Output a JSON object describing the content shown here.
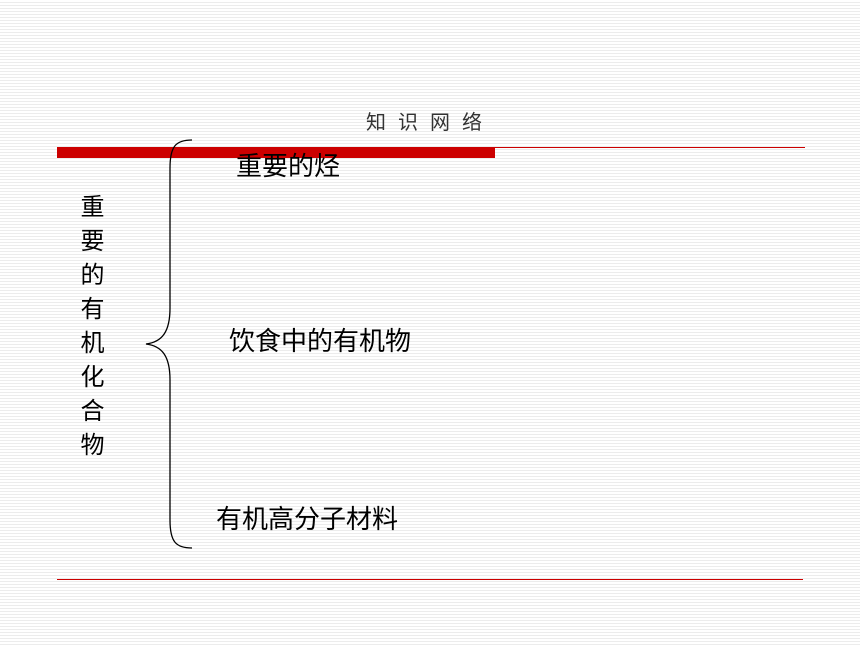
{
  "slide": {
    "title": "知识网络",
    "root_label": "重要的有机化合物",
    "branches": [
      {
        "label": "重要的烃"
      },
      {
        "label": "饮食中的有机物"
      },
      {
        "label": "有机高分子材料"
      }
    ]
  },
  "colors": {
    "accent": "#cc0000",
    "text": "#000000",
    "title_text": "#333333",
    "stripe": "#ececec",
    "background": "#ffffff"
  }
}
